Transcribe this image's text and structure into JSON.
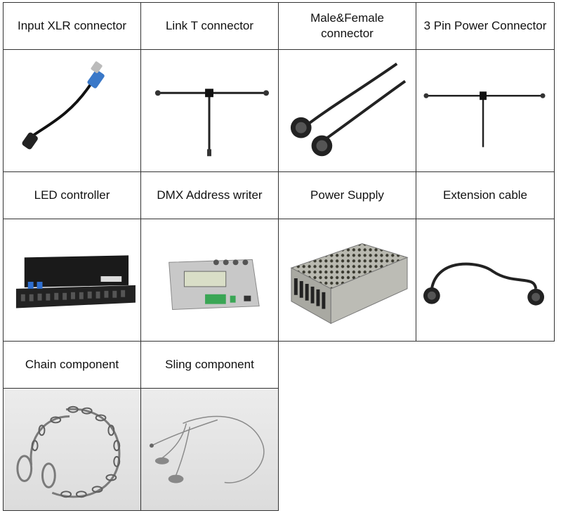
{
  "items": [
    {
      "label": "Input XLR connector",
      "icon": "xlr-connector-icon"
    },
    {
      "label": "Link T connector",
      "icon": "t-connector-icon"
    },
    {
      "label": "Male&Female connector",
      "icon": "male-female-connector-icon"
    },
    {
      "label": "3 Pin Power Connector",
      "icon": "power-connector-icon"
    },
    {
      "label": "LED controller",
      "icon": "led-controller-icon"
    },
    {
      "label": "DMX Address writer",
      "icon": "dmx-writer-icon"
    },
    {
      "label": "Power Supply",
      "icon": "power-supply-icon"
    },
    {
      "label": "Extension cable",
      "icon": "extension-cable-icon"
    },
    {
      "label": "Chain component",
      "icon": "chain-icon"
    },
    {
      "label": "Sling component",
      "icon": "sling-icon"
    }
  ]
}
